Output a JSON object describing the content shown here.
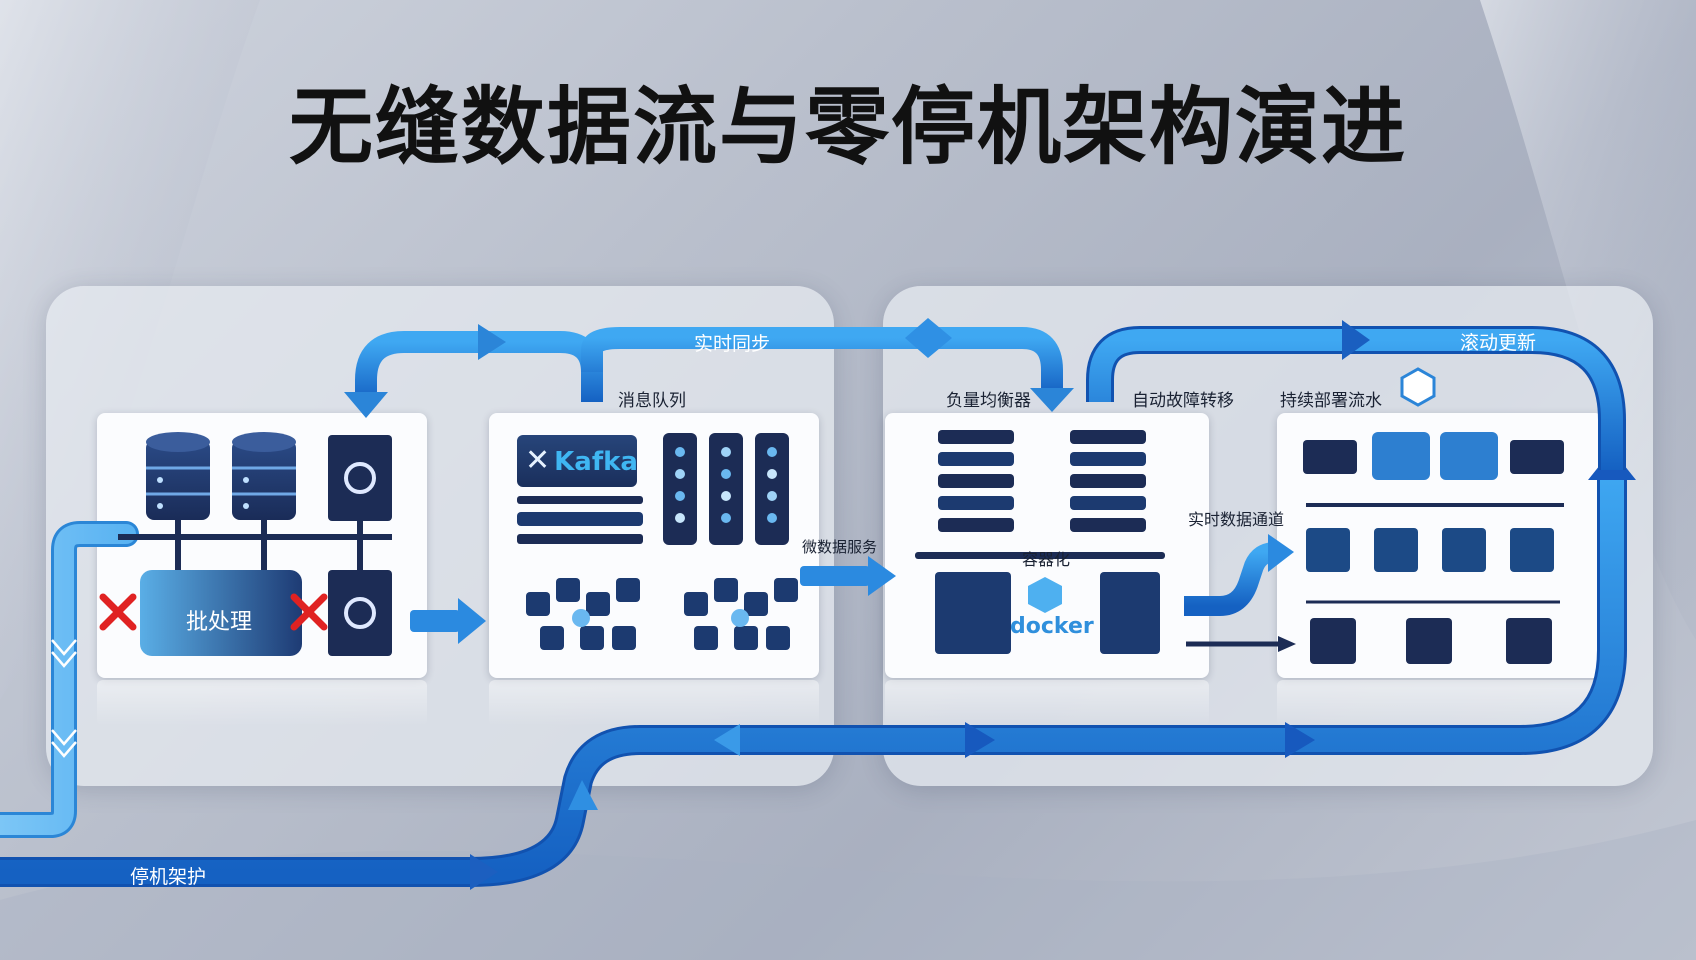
{
  "title": "无缝数据流与零停机架构演进",
  "labels": {
    "realtime_sync": "实时同步",
    "message_queue": "消息队列",
    "load_balancer": "负量均衡器",
    "auto_failover": "自动故障转移",
    "continuous_deploy": "持续部署流水",
    "rolling_update": "滚动更新",
    "batch_processing": "批处理",
    "micro_data_service": "微数据服务",
    "container": "容器化",
    "realtime_data_channel": "实时数据通道",
    "downtime_arch": "停机架护",
    "kafka": "Kafka",
    "docker": "docker"
  },
  "colors": {
    "arrow_dark": "#1464c8",
    "arrow_light": "#3aa3f0",
    "navy": "#1c2c55",
    "cross": "#e02222"
  }
}
